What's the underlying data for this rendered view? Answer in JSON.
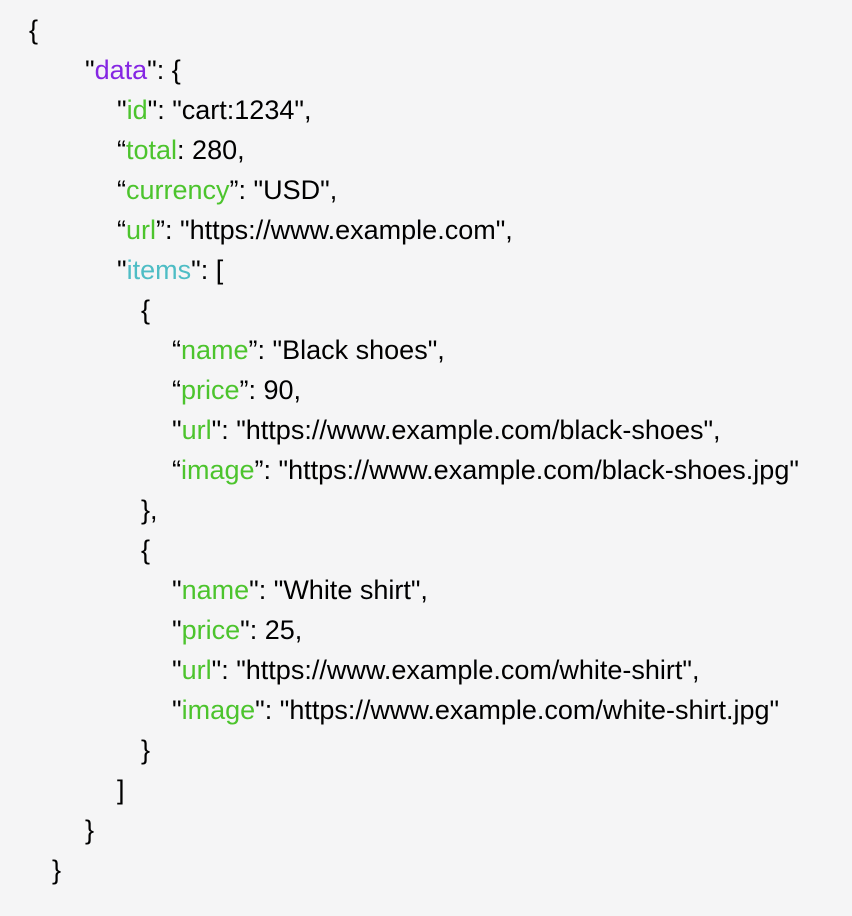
{
  "page": {
    "background_color": "#f5f5f6",
    "text_color": "#000000"
  },
  "syntax_colors": {
    "plain": "#000000",
    "purple": "#8526e3",
    "green": "#4cc42d",
    "teal": "#4ebdc5"
  },
  "code": {
    "language": "json",
    "content_summary": "Shopping cart JSON payload with id cart:1234, total 280 USD, url, and two items (Black shoes 90, White shirt 25)",
    "lines": [
      {
        "indent": 29,
        "segments": [
          [
            "{",
            "plain"
          ]
        ]
      },
      {
        "indent": 85,
        "segments": [
          [
            "\"",
            "plain"
          ],
          [
            "data",
            "purple"
          ],
          [
            "\": {",
            "plain"
          ]
        ]
      },
      {
        "indent": 117,
        "segments": [
          [
            "\"",
            "plain"
          ],
          [
            "id",
            "green"
          ],
          [
            "\": \"cart:1234\",",
            "plain"
          ]
        ]
      },
      {
        "indent": 117,
        "segments": [
          [
            "“",
            "plain"
          ],
          [
            "total",
            "green"
          ],
          [
            ": 280,",
            "plain"
          ]
        ]
      },
      {
        "indent": 117,
        "segments": [
          [
            "“",
            "plain"
          ],
          [
            "currency",
            "green"
          ],
          [
            "”: \"USD\",",
            "plain"
          ]
        ]
      },
      {
        "indent": 117,
        "segments": [
          [
            "“",
            "plain"
          ],
          [
            "url",
            "green"
          ],
          [
            "”: \"https://www.example.com\",",
            "plain"
          ]
        ]
      },
      {
        "indent": 117,
        "segments": [
          [
            "\"",
            "plain"
          ],
          [
            "items",
            "teal"
          ],
          [
            "\": [",
            "plain"
          ]
        ]
      },
      {
        "indent": 141,
        "segments": [
          [
            "{",
            "plain"
          ]
        ]
      },
      {
        "indent": 172,
        "segments": [
          [
            "“",
            "plain"
          ],
          [
            "name",
            "green"
          ],
          [
            "”: \"Black shoes\",",
            "plain"
          ]
        ]
      },
      {
        "indent": 172,
        "segments": [
          [
            "“",
            "plain"
          ],
          [
            "price",
            "green"
          ],
          [
            "”: 90,",
            "plain"
          ]
        ]
      },
      {
        "indent": 172,
        "segments": [
          [
            "\"",
            "plain"
          ],
          [
            "url",
            "green"
          ],
          [
            "\": \"https://www.example.com/black-shoes\",",
            "plain"
          ]
        ]
      },
      {
        "indent": 172,
        "segments": [
          [
            "“",
            "plain"
          ],
          [
            "image",
            "green"
          ],
          [
            "”: \"https://www.example.com/black-shoes.jpg\"",
            "plain"
          ]
        ]
      },
      {
        "indent": 141,
        "segments": [
          [
            "},",
            "plain"
          ]
        ]
      },
      {
        "indent": 141,
        "segments": [
          [
            "{",
            "plain"
          ]
        ]
      },
      {
        "indent": 172,
        "segments": [
          [
            "\"",
            "plain"
          ],
          [
            "name",
            "green"
          ],
          [
            "\": \"White shirt\",",
            "plain"
          ]
        ]
      },
      {
        "indent": 172,
        "segments": [
          [
            "\"",
            "plain"
          ],
          [
            "price",
            "green"
          ],
          [
            "\": 25,",
            "plain"
          ]
        ]
      },
      {
        "indent": 172,
        "segments": [
          [
            "\"",
            "plain"
          ],
          [
            "url",
            "green"
          ],
          [
            "\": \"https://www.example.com/white-shirt\",",
            "plain"
          ]
        ]
      },
      {
        "indent": 172,
        "segments": [
          [
            "\"",
            "plain"
          ],
          [
            "image",
            "green"
          ],
          [
            "\": \"https://www.example.com/white-shirt.jpg\"",
            "plain"
          ]
        ]
      },
      {
        "indent": 141,
        "segments": [
          [
            "}",
            "plain"
          ]
        ]
      },
      {
        "indent": 117,
        "segments": [
          [
            "]",
            "plain"
          ]
        ]
      },
      {
        "indent": 85,
        "segments": [
          [
            "}",
            "plain"
          ]
        ]
      },
      {
        "indent": 52,
        "segments": [
          [
            "}",
            "plain"
          ]
        ]
      }
    ]
  }
}
